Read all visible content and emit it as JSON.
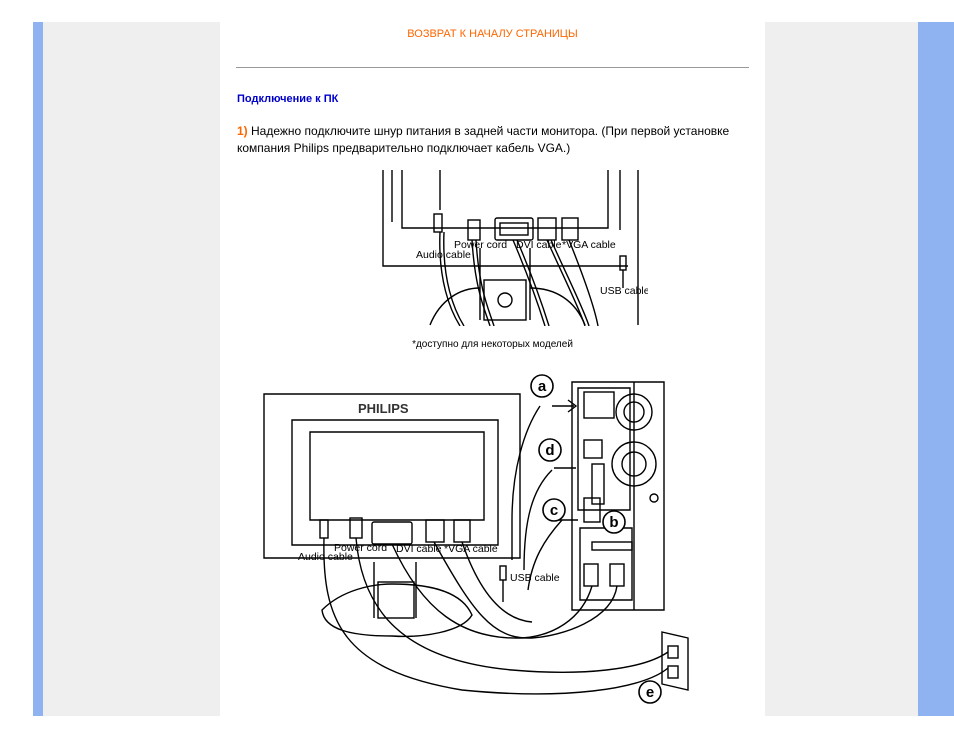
{
  "nav": {
    "back_to_top": "ВОЗВРАТ К НАЧАЛУ СТРАНИЦЫ"
  },
  "section": {
    "heading": "Подключение к ПК",
    "step_number": "1)",
    "step_text": " Надежно подключите шнур питания в задней части монитора. (При первой установке компания Philips предварительно подключает кабель VGA.)",
    "note": "*доступно для некоторых моделей"
  },
  "diagram_top": {
    "labels": {
      "power_cord": "Power cord",
      "dvi_cable": "DVI cable",
      "vga_cable": "*VGA cable",
      "audio_cable": "Audio cable",
      "usb_cable": "USB cable"
    }
  },
  "diagram_bottom": {
    "brand": "PHILIPS",
    "labels": {
      "power_cord": "Power cord",
      "dvi_cable": "DVI cable",
      "vga_cable": "*VGA cable",
      "audio_cable": "Audio cable",
      "usb_cable": "USB cable"
    },
    "callouts": [
      "a",
      "d",
      "c",
      "b",
      "e"
    ]
  },
  "colors": {
    "accent": "#ff6600",
    "heading": "#0000cc",
    "side_blue": "#8fb3f0",
    "side_gray": "#efefef"
  }
}
